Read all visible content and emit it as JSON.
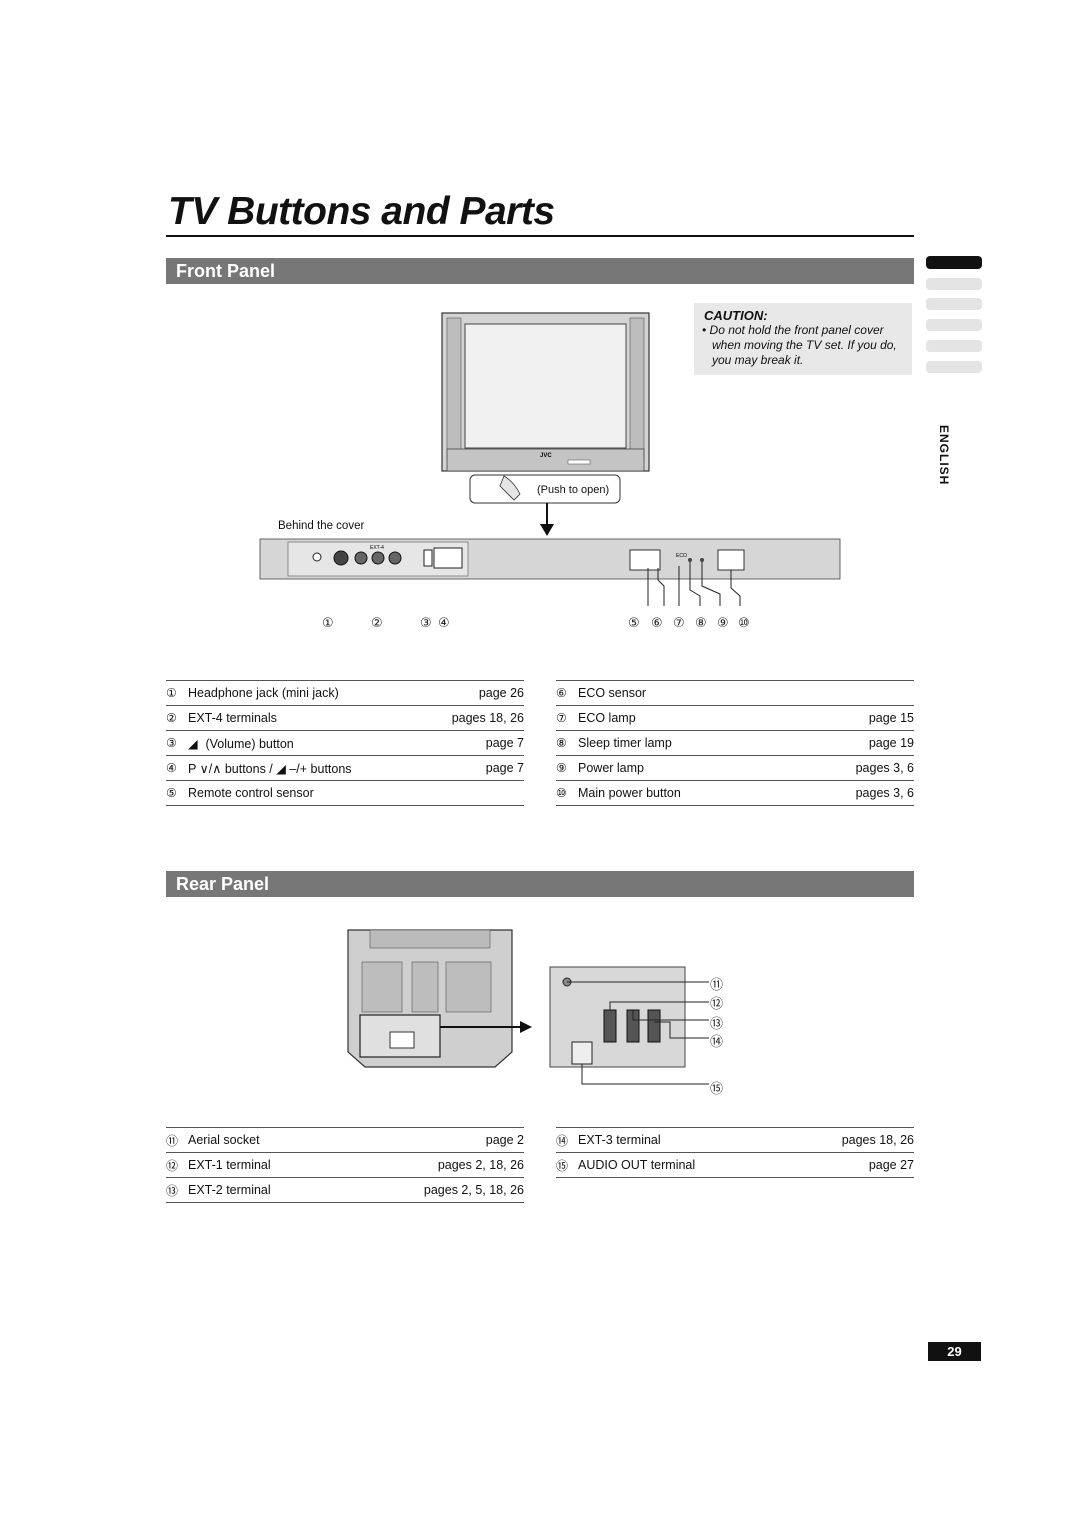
{
  "page": {
    "title": "TV Buttons and Parts",
    "page_number": "29",
    "language_tab": "ENGLISH"
  },
  "front_panel": {
    "heading": "Front Panel",
    "caution": {
      "title": "CAUTION:",
      "text": "• Do not hold the front panel cover when moving the TV set. If you do, you may break it."
    },
    "diagram_labels": {
      "push_to_open": "(Push to open)",
      "behind_cover": "Behind the cover",
      "brand": "JVC",
      "ext4": "EXT-4",
      "eco": "ECO"
    },
    "callouts": [
      "①",
      "②",
      "③",
      "④",
      "⑤",
      "⑥",
      "⑦",
      "⑧",
      "⑨",
      "⑩"
    ],
    "parts_left": [
      {
        "num": "①",
        "name": "Headphone jack (mini jack)",
        "page": "page 26"
      },
      {
        "num": "②",
        "name": "EXT-4 terminals",
        "page": "pages 18, 26"
      },
      {
        "num": "③",
        "name": "(Volume) button",
        "page": "page 7"
      },
      {
        "num": "④",
        "name": "P ∨/∧ buttons / ◢ –/+ buttons",
        "page": "page 7"
      },
      {
        "num": "⑤",
        "name": "Remote control sensor",
        "page": ""
      }
    ],
    "parts_right": [
      {
        "num": "⑥",
        "name": "ECO sensor",
        "page": ""
      },
      {
        "num": "⑦",
        "name": "ECO lamp",
        "page": "page 15"
      },
      {
        "num": "⑧",
        "name": "Sleep timer lamp",
        "page": "page 19"
      },
      {
        "num": "⑨",
        "name": "Power lamp",
        "page": "pages 3, 6"
      },
      {
        "num": "⑩",
        "name": "Main power button",
        "page": "pages 3, 6"
      }
    ]
  },
  "rear_panel": {
    "heading": "Rear Panel",
    "callouts": [
      "⑪",
      "⑫",
      "⑬",
      "⑭",
      "⑮"
    ],
    "parts_left": [
      {
        "num": "⑪",
        "name": "Aerial socket",
        "page": "page 2"
      },
      {
        "num": "⑫",
        "name": "EXT-1 terminal",
        "page": "pages 2, 18, 26"
      },
      {
        "num": "⑬",
        "name": "EXT-2 terminal",
        "page": "pages 2, 5, 18, 26"
      }
    ],
    "parts_right": [
      {
        "num": "⑭",
        "name": "EXT-3 terminal",
        "page": "pages 18, 26"
      },
      {
        "num": "⑮",
        "name": "AUDIO OUT terminal",
        "page": "page 27"
      }
    ]
  },
  "colors": {
    "section_bar": "#777777",
    "caution_bg": "#e8e8e8",
    "tab_active": "#111111",
    "tab_inactive": "#e4e4e4"
  }
}
